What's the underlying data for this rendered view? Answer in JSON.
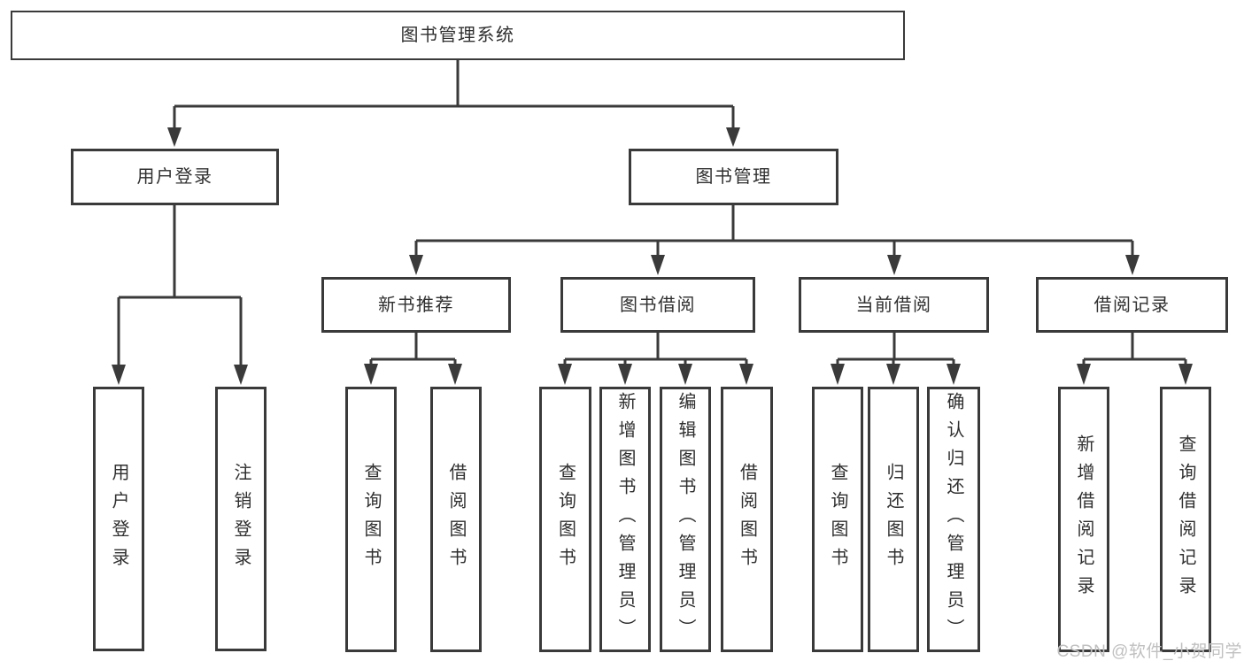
{
  "diagram": {
    "title": "图书管理系统",
    "nodes": {
      "root": {
        "label": "图书管理系统"
      },
      "level2": [
        {
          "label": "用户登录",
          "parent": "图书管理系统"
        },
        {
          "label": "图书管理",
          "parent": "图书管理系统"
        }
      ],
      "level3": [
        {
          "label": "新书推荐",
          "parent": "图书管理"
        },
        {
          "label": "图书借阅",
          "parent": "图书管理"
        },
        {
          "label": "当前借阅",
          "parent": "图书管理"
        },
        {
          "label": "借阅记录",
          "parent": "图书管理"
        }
      ],
      "leaves": [
        {
          "label": "用户登录",
          "parent": "用户登录"
        },
        {
          "label": "注销登录",
          "parent": "用户登录"
        },
        {
          "label": "查询图书",
          "parent": "新书推荐"
        },
        {
          "label": "借阅图书",
          "parent": "新书推荐"
        },
        {
          "label": "查询图书",
          "parent": "图书借阅"
        },
        {
          "label": "新增图书（管理员）",
          "parent": "图书借阅"
        },
        {
          "label": "编辑图书（管理员）",
          "parent": "图书借阅"
        },
        {
          "label": "借阅图书",
          "parent": "图书借阅"
        },
        {
          "label": "查询图书",
          "parent": "当前借阅"
        },
        {
          "label": "归还图书",
          "parent": "当前借阅"
        },
        {
          "label": "确认归还（管理员）",
          "parent": "当前借阅"
        },
        {
          "label": "新增借阅记录",
          "parent": "借阅记录"
        },
        {
          "label": "查询借阅记录",
          "parent": "借阅记录"
        }
      ]
    }
  },
  "watermark": {
    "text": "CSDN @软件_小贺同学"
  },
  "colors": {
    "line": "#3a3a3a",
    "text": "#2f2f2f",
    "box_fill": "#ffffff",
    "background": "#ffffff",
    "watermark": "#c0c0c0"
  }
}
